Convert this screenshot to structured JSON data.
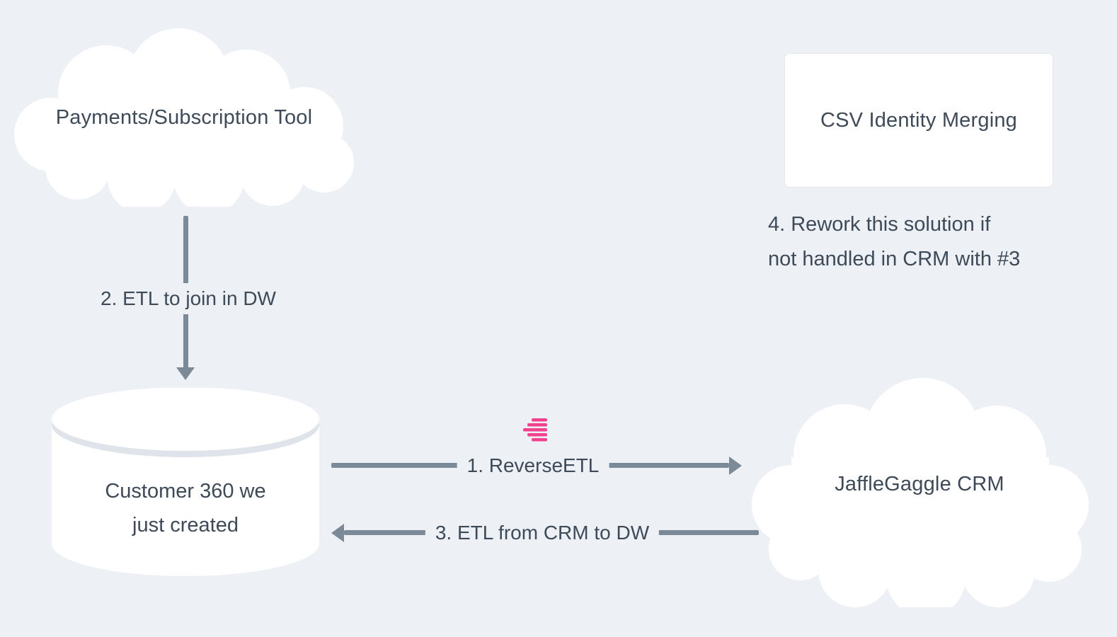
{
  "colors": {
    "bg": "#edf1f6",
    "text": "#3e4a57",
    "arrow": "#7c8996",
    "accent_pink": "#f2428f",
    "node_fill": "#ffffff"
  },
  "nodes": {
    "payments_cloud": {
      "type": "cloud",
      "label": "Payments/Subscription Tool"
    },
    "csv_card": {
      "type": "card",
      "label": "CSV Identity Merging"
    },
    "customer360_db": {
      "type": "database",
      "label_line1": "Customer 360 we",
      "label_line2": "just created"
    },
    "jafflegaggle_cloud": {
      "type": "cloud",
      "label": "JaffleGaggle CRM"
    }
  },
  "edges": {
    "etl_join": {
      "label": "2. ETL to join in DW",
      "direction": "down",
      "from": "payments_cloud",
      "to": "customer360_db"
    },
    "reverse_etl": {
      "label": "1. ReverseETL",
      "direction": "right",
      "from": "customer360_db",
      "to": "jafflegaggle_cloud",
      "icon": "census-logo"
    },
    "etl_from_crm": {
      "label": "3. ETL from CRM to DW",
      "direction": "left",
      "from": "jafflegaggle_cloud",
      "to": "customer360_db"
    }
  },
  "annotations": {
    "note4": {
      "line1": "4. Rework this solution if",
      "line2": "not handled in CRM with #3"
    }
  }
}
